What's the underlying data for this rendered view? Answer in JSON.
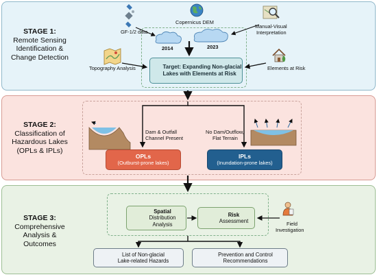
{
  "stage1": {
    "heading": "STAGE 1:",
    "line2": "Remote Sensing",
    "line3": "Identification &",
    "line4": "Change Detection",
    "gf_label": "GF-1/2 data",
    "dem_label": "Copernicus DEM",
    "manual_label_1": "Manual-Visual",
    "manual_label_2": "Interpretation",
    "year_a": "2014",
    "year_b": "2023",
    "topo_label": "Topography Analysis",
    "elements_label": "Elements at Risk",
    "target_line1": "Target: Expanding Non-glacial",
    "target_line2": "Lakes with Elements at Risk"
  },
  "stage2": {
    "heading": "STAGE 2:",
    "line2": "Classification of",
    "line3": "Hazardous Lakes",
    "line4": "(OPLs & IPLs)",
    "dam_line1": "Dam & Outfall",
    "dam_line2": "Channel Present",
    "nodam_line1": "No Dam/Outflow,",
    "nodam_line2": "Flat Terrain",
    "opl_title": "OPLs",
    "opl_sub": "(Outburst-prone lakes)",
    "ipl_title": "IPLs",
    "ipl_sub": "(Inundation-prone lakes)"
  },
  "stage3": {
    "heading": "STAGE 3:",
    "line2": "Comprehensive",
    "line3": "Analysis &",
    "line4": "Outcomes",
    "spatial_1": "Spatial",
    "spatial_2": "Distribution",
    "spatial_3": "Analysis",
    "risk_1": "Risk",
    "risk_2": "Assessment",
    "field_1": "Field",
    "field_2": "Investigation",
    "out1_1": "List of Non-glacial",
    "out1_2": "Lake-related Hazards",
    "out2_1": "Prevention and Control",
    "out2_2": "Recommendations"
  },
  "colors": {
    "stage1_bg": "#e6f3f9",
    "stage2_bg": "#fbe3df",
    "stage3_bg": "#e9f2e5",
    "opl": "#e2664a",
    "ipl": "#225f8f"
  },
  "icons": [
    "satellite-icon",
    "globe-icon",
    "magnifier-map-icon",
    "map-icon",
    "house-icon",
    "lake-cloud-icon",
    "document-icon",
    "map-pin-icon",
    "gauge-icon",
    "person-icon",
    "checklist-icon",
    "shield-gear-icon"
  ]
}
